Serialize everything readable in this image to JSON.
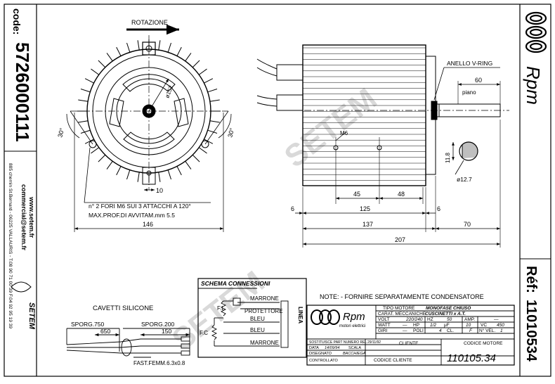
{
  "left_strip": {
    "code_label": "code:",
    "code_value": "5726000111",
    "website": "www.setem.fr",
    "email": "commercial@setem.fr",
    "address": "885 chemin St.Bernard - 06225 VALLAURIS - T.08 90 71 00 39  F.04 92 95 19 39",
    "brand": "SETEM"
  },
  "right_strip": {
    "logo_text": "Rpm",
    "ref_label": "Réf:",
    "ref_value": "11010534"
  },
  "front_view": {
    "rotation_label": "ROTAZIONE",
    "diameter_label": "ø152",
    "angle_left": "30°",
    "angle_right": "30°",
    "dim_10": "10",
    "holes_note": "n° 2 FORI M6 SUI 3 ATTACCHI A 120°",
    "screw_depth_note": "MAX.PROF.DI AVVITAM.mm 5.5",
    "dim_146": "146"
  },
  "side_view": {
    "vring_label": "ANELLO V-RING",
    "dim_60": "60",
    "flat_label": "piano",
    "thread_label": "M6",
    "dim_45": "45",
    "dim_48": "48",
    "dim_125": "125",
    "dim_6_left": "6",
    "dim_6_right": "6",
    "dim_137": "137",
    "dim_70": "70",
    "dim_207": "207",
    "dim_11_8": "11.8",
    "shaft_diameter": "ø12.7"
  },
  "cables": {
    "title": "CAVETTI SILICONE",
    "sporg_750": "SPORG.750",
    "dim_650": "650",
    "sporg_200": "SPORG.200",
    "dim_150": "150",
    "faston": "FAST.FEMM.6.3x0.8"
  },
  "schema": {
    "title": "SCHEMA CONNESSIONI",
    "fl": "F.L",
    "fc": "F.C",
    "wire_marrone_top": "MARRONE",
    "wire_protettore": "PROTETTORE",
    "wire_bleu_1": "BLEU",
    "wire_bleu_2": "BLEU",
    "wire_marrone_bottom": "MARRONE",
    "linea": "LINEA"
  },
  "note": "NOTE: - FORNIRE SEPARATAMENTE CONDENSATORE",
  "title_block": {
    "logo_text": "Rpm",
    "logo_sub": "motori elettrici",
    "tipo_motore_label": "TIPO MOTORE",
    "tipo_motore_value": "MONOFASE CHIUSO",
    "carat_label": "CARAT. MECCANICHE",
    "carat_value": "CUSCINETTI x A.T.",
    "volt_label": "VOLT",
    "volt_value": "220/240",
    "hz_label": "HZ",
    "hz_value": "50",
    "amp_label": "AMP.",
    "amp_value": "—",
    "watt_label": "WATT",
    "watt_value": "—",
    "hp_label": "HP",
    "hp_value": "1/2",
    "uf_label": "μF",
    "uf_value": "10",
    "vc_label": "VC",
    "vc_value": "450",
    "giri_label": "GIRI",
    "giri_value": "—",
    "poli_label": "POLI",
    "poli_value": "4",
    "cl_label": "CL.",
    "cl_value": "F",
    "vel_label": "N° VEL.",
    "vel_value": "1",
    "revision_text": "SOSTITUISCE PART NUMERO REL",
    "revision_date": "29/11/92",
    "data_label": "DATA",
    "data_value": "14/09/94",
    "scala_label": "SCALA",
    "cliente_label": "CLIENTE",
    "codice_motore_label": "CODICE MOTORE",
    "disegnato_label": "DISEGNATO",
    "disegnato_value": "BACCHIEGA",
    "controllato_label": "CONTROLLATO",
    "codice_cliente_label": "CODICE CLIENTE",
    "motor_code": "110105.34"
  },
  "watermark": "SETEM"
}
